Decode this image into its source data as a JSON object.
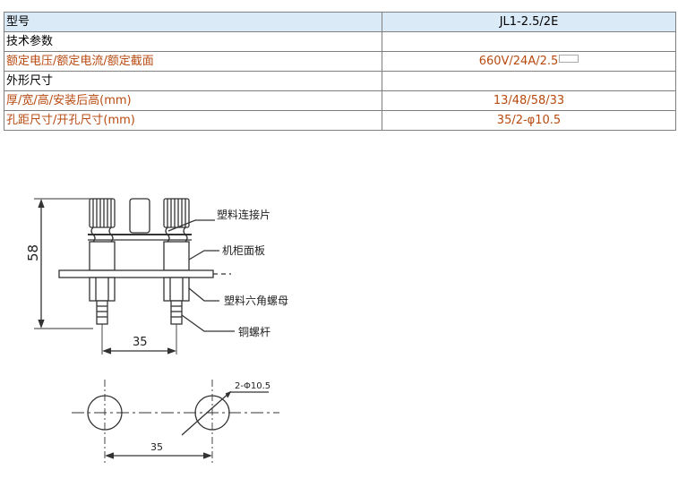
{
  "table": {
    "rows": [
      {
        "label": "型号",
        "value": "JL1-2.5/2E"
      },
      {
        "label": "技术参数",
        "value": ""
      },
      {
        "label": "额定电压/额定电流/额定截面",
        "value": "660V/24A/2.5"
      },
      {
        "label": "外形尺寸",
        "value": ""
      },
      {
        "label": "厚/宽/高/安装后高(mm)",
        "value": "13/48/58/33"
      },
      {
        "label": "孔距尺寸/开孔尺寸(mm)",
        "value": "35/2-φ10.5"
      }
    ]
  },
  "drawing": {
    "height_dim": "58",
    "width_dim": "35",
    "callouts": [
      "塑料连接片",
      "机柜面板",
      "塑料六角螺母",
      "铜螺杆"
    ]
  },
  "hole_drawing": {
    "hole_label": "2-Φ10.5",
    "spacing_dim": "35"
  },
  "colors": {
    "header_bg": "#dbeaf7",
    "red_text": "#b84a10"
  }
}
